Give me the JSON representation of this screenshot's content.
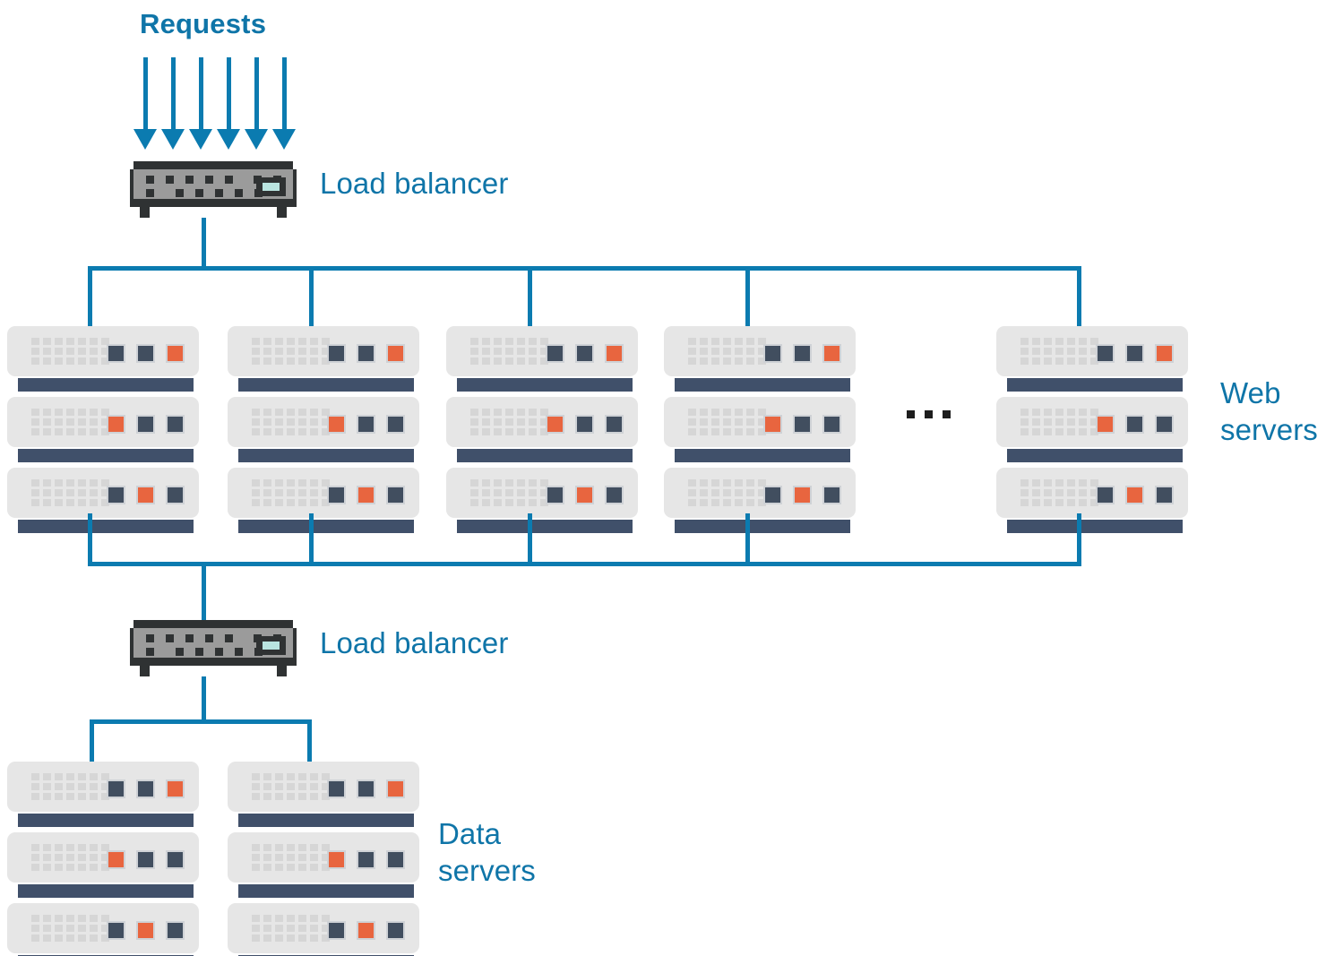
{
  "diagram": {
    "title_requests": "Requests",
    "label_load_balancer_top": "Load balancer",
    "label_load_balancer_bottom": "Load balancer",
    "label_web_servers": "Web\nservers",
    "label_data_servers": "Data\nservers",
    "ellipsis": "..."
  },
  "colors": {
    "accent_blue": "#0b7bb0",
    "text_blue": "#0f75a8",
    "server_card": "#e6e6e6",
    "server_bar": "#40506a",
    "led_navy": "#414e5f",
    "led_orange": "#e8653f",
    "device_dark": "#2f3233",
    "device_gray": "#9b9b9b",
    "screen_mint": "#b9e4e0",
    "background": "#ffffff"
  },
  "requests": {
    "arrow_count": 6,
    "direction": "down"
  },
  "web_tier": {
    "stack_count_drawn": 5,
    "units_per_stack": 3,
    "has_ellipsis": true,
    "led_rows": [
      [
        "navy",
        "navy",
        "orange"
      ],
      [
        "orange",
        "navy",
        "navy"
      ],
      [
        "navy",
        "orange",
        "navy"
      ]
    ]
  },
  "data_tier": {
    "stack_count_drawn": 2,
    "units_per_stack": 3,
    "led_rows": [
      [
        "navy",
        "navy",
        "orange"
      ],
      [
        "orange",
        "navy",
        "navy"
      ],
      [
        "navy",
        "orange",
        "navy"
      ]
    ]
  }
}
